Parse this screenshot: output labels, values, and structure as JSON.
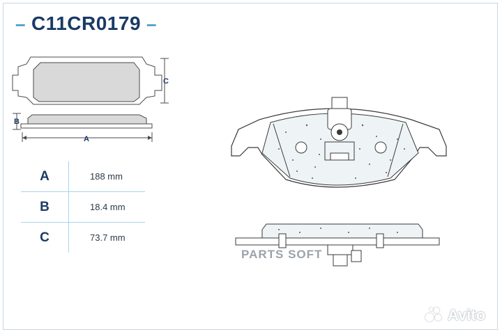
{
  "header": {
    "part_number": "C11CR0179"
  },
  "diagram": {
    "label_a": "A",
    "label_b": "B",
    "label_c": "C"
  },
  "specs": {
    "rows": [
      {
        "key": "A",
        "value": "188 mm"
      },
      {
        "key": "B",
        "value": "18.4 mm"
      },
      {
        "key": "C",
        "value": "73.7 mm"
      }
    ]
  },
  "watermark": {
    "text": "PARTS SOFT"
  },
  "branding": {
    "avito_text": "Avito"
  },
  "colors": {
    "title": "#1a3a66",
    "accent": "#3e98c8",
    "pad_fill": "#d9d9d9",
    "pad_drawing_fill": "#eef4f6"
  }
}
